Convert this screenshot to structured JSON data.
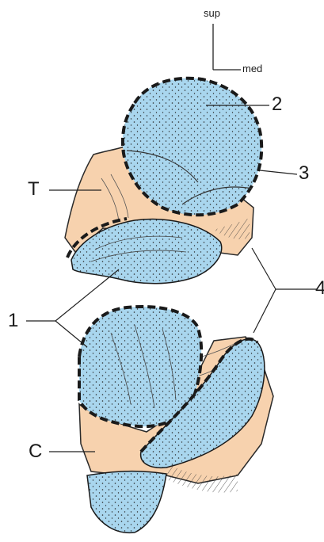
{
  "orientation": {
    "superior_label": "sup",
    "medial_label": "med"
  },
  "labels": {
    "talus": "T",
    "calcaneus": "C",
    "one": "1",
    "two": "2",
    "three": "3",
    "four": "4"
  },
  "colors": {
    "bone": "#f7d2ae",
    "cartilage": "#a9d6ee",
    "outline": "#2a2a2a"
  }
}
